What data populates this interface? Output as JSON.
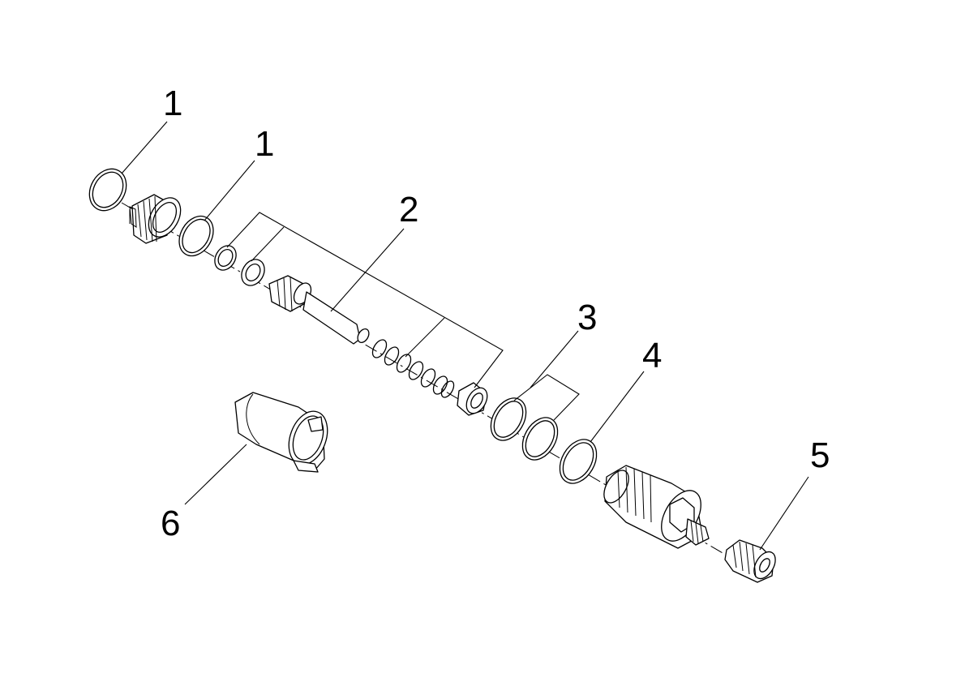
{
  "diagram": {
    "callouts": [
      {
        "id": "callout-1a",
        "label": "1"
      },
      {
        "id": "callout-1b",
        "label": "1"
      },
      {
        "id": "callout-2",
        "label": "2"
      },
      {
        "id": "callout-3",
        "label": "3"
      },
      {
        "id": "callout-4",
        "label": "4"
      },
      {
        "id": "callout-5",
        "label": "5"
      },
      {
        "id": "callout-6",
        "label": "6"
      }
    ]
  }
}
